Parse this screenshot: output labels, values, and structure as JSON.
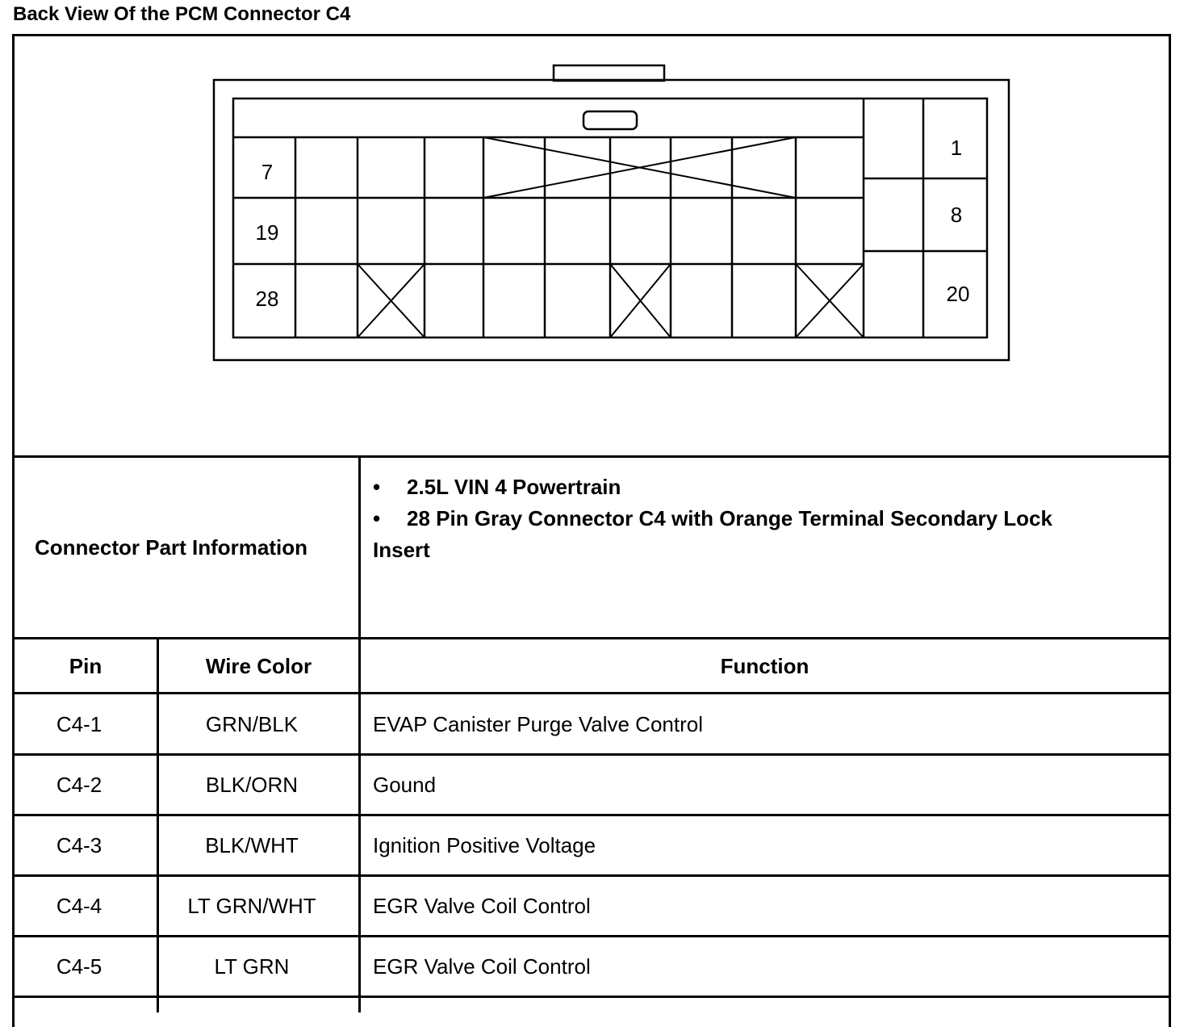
{
  "title": "Back View Of the PCM Connector C4",
  "connector_pins": {
    "left_top": "7",
    "left_mid": "19",
    "left_bottom": "28",
    "right_top": "1",
    "right_mid": "8",
    "right_bottom": "20"
  },
  "part_info": {
    "label": "Connector Part Information",
    "lines": [
      "2.5L VIN 4 Powertrain",
      "28 Pin Gray Connector C4 with Orange Terminal Secondary Lock"
    ],
    "continuation": "Insert",
    "bullet": "•"
  },
  "table": {
    "headers": {
      "pin": "Pin",
      "wire_color": "Wire Color",
      "function": "Function"
    },
    "rows": [
      {
        "pin": "C4-1",
        "wire_color": "GRN/BLK",
        "function": "EVAP Canister Purge Valve Control"
      },
      {
        "pin": "C4-2",
        "wire_color": "BLK/ORN",
        "function": "Gound"
      },
      {
        "pin": "C4-3",
        "wire_color": "BLK/WHT",
        "function": "Ignition Positive Voltage"
      },
      {
        "pin": "C4-4",
        "wire_color": "LT GRN/WHT",
        "function": "EGR Valve Coil Control"
      },
      {
        "pin": "C4-5",
        "wire_color": "LT GRN",
        "function": "EGR Valve Coil Control"
      }
    ]
  }
}
